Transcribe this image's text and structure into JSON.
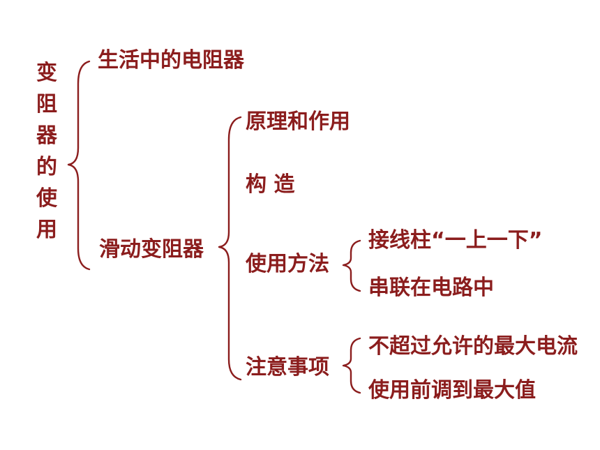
{
  "root": {
    "label": "变阻器的使用"
  },
  "level1": {
    "everyday_resistors": "生活中的电阻器",
    "rheostat": "滑动变阻器"
  },
  "rheostat_children": {
    "principle": "原理和作用",
    "structure": "构 造",
    "usage": "使用方法",
    "precautions": "注意事项"
  },
  "usage_children": {
    "terminals": "接线柱“一上一下”",
    "series": "串联在电路中"
  },
  "precaution_children": {
    "max_current": "不超过允许的最大电流",
    "max_value": "使用前调到最大值"
  },
  "colors": {
    "text": "#8b1d1d",
    "background": "#ffffff"
  }
}
